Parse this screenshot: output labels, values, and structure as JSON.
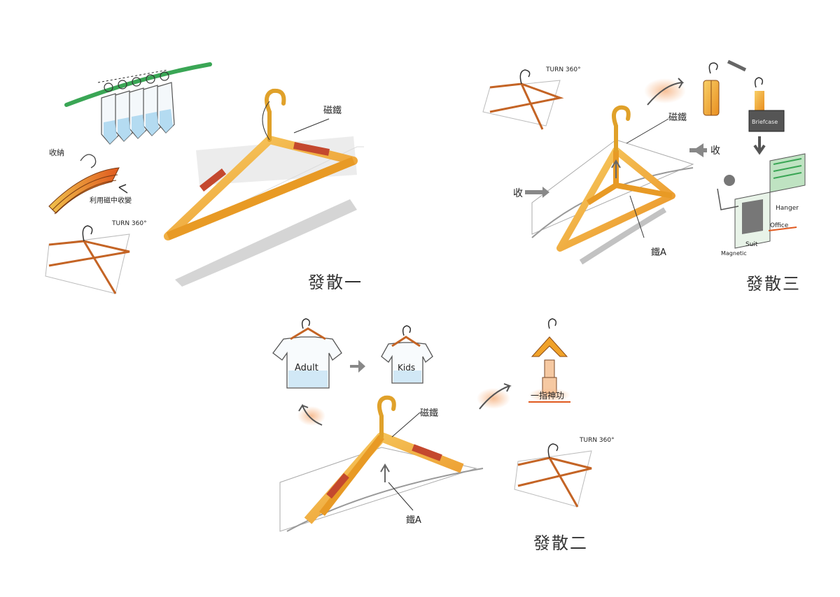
{
  "captions": {
    "variant_one": "發散一",
    "variant_two": "發散二",
    "variant_three": "發散三"
  },
  "annotations": {
    "magnet_1": "磁鐵",
    "magnet_2": "磁鐵",
    "magnet_3": "磁鐵",
    "iron_a": "鐵A",
    "iron_b": "鐵A",
    "collect": "收",
    "release": "收",
    "collect_rotate": "收納",
    "bend_note": "利用磁中收變",
    "turn_1": "TURN 360°",
    "turn_2": "TURN 360°",
    "turn_3": "TURN 360°",
    "adult": "Adult",
    "kids": "Kids",
    "one_touch": "一指神功",
    "briefcase": "Briefcase",
    "hanger": "Hanger",
    "office": "Office",
    "suit": "Suit",
    "magnetic": "Magnetic"
  },
  "colors": {
    "hanger_orange": "#f0a22a",
    "hanger_light": "#f8d067",
    "magnet_red": "#c4482e",
    "rail_green": "#3aa655",
    "shirt_blue": "#a9d6f0",
    "shadow_gray": "#9a9a9a",
    "accent_glow": "#f6b88a"
  }
}
